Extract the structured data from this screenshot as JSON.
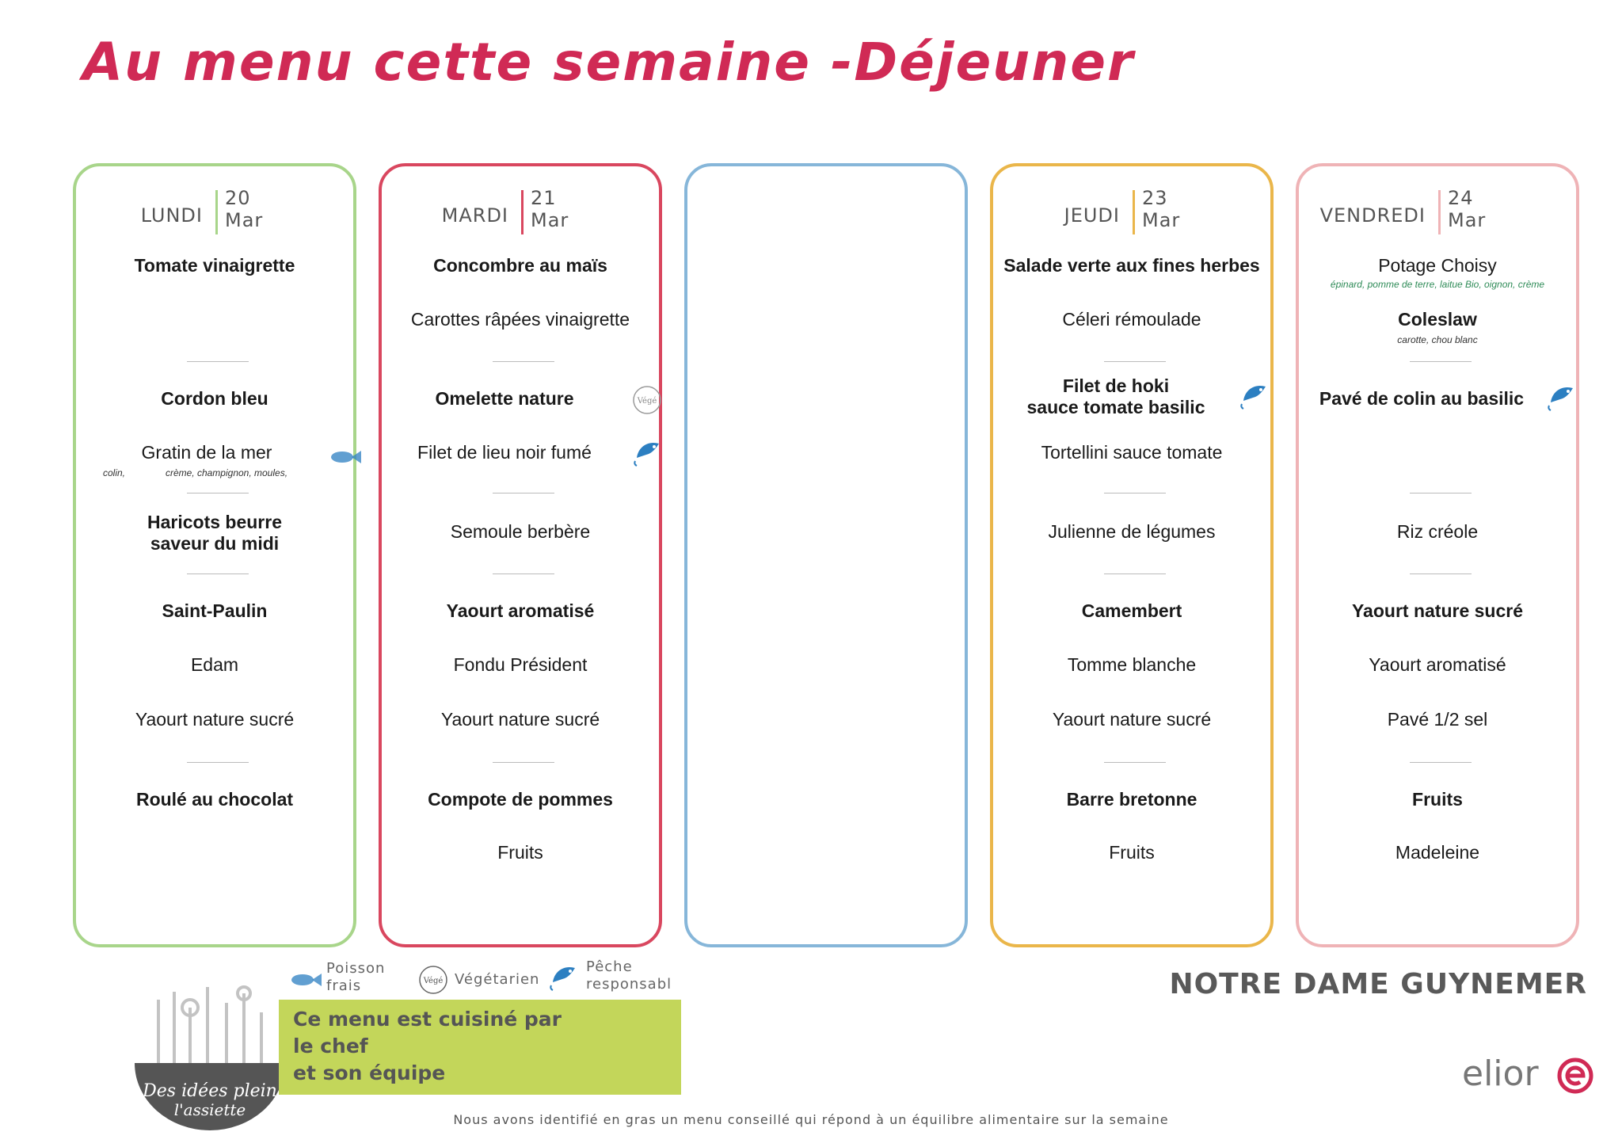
{
  "title": "Au menu cette semaine -Déjeuner",
  "colors": {
    "title": "#d02a55",
    "lundi": "#a8d58a",
    "mardi": "#d9475f",
    "empty": "#86b6d9",
    "jeudi": "#eab64a",
    "vendredi": "#efb3b6",
    "fish": "#2c7fc1"
  },
  "days": [
    {
      "name": "LUNDI",
      "num": "20",
      "month": "Mar",
      "items": [
        "Tomate vinaigrette",
        "Cordon bleu",
        "Gratin de la mer",
        "Haricots beurre",
        "saveur du midi",
        "Saint-Paulin",
        "Edam",
        "Yaourt nature sucré",
        "Roulé au chocolat"
      ],
      "notes": [
        "colin,",
        "crème, champignon, moules,"
      ]
    },
    {
      "name": "MARDI",
      "num": "21",
      "month": "Mar",
      "items": [
        "Concombre au maïs",
        "Carottes râpées vinaigrette",
        "Omelette nature",
        "Filet de lieu noir  fumé",
        "Semoule berbère",
        "Yaourt aromatisé",
        "Fondu Président",
        "Yaourt nature sucré",
        "Compote de pommes",
        "Fruits"
      ]
    },
    {
      "name": "JEUDI",
      "num": "23",
      "month": "Mar",
      "items": [
        "Salade verte aux fines herbes",
        "Céleri rémoulade",
        "Filet de hoki",
        "sauce tomate basilic",
        "Tortellini sauce tomate",
        "Julienne de légumes",
        "Camembert",
        "Tomme blanche",
        "Yaourt nature sucré",
        "Barre bretonne",
        "Fruits"
      ]
    },
    {
      "name": "VENDREDI",
      "num": "24",
      "month": "Mar",
      "items": [
        "Potage Choisy",
        "Coleslaw",
        "Pavé de colin au basilic",
        "Riz créole",
        "Yaourt nature sucré",
        "Yaourt aromatisé",
        "Pavé 1/2 sel",
        "Fruits",
        "Madeleine"
      ],
      "notes": [
        "épinard, pomme de terre, laitue Bio, oignon, crème",
        "carotte, chou blanc"
      ]
    }
  ],
  "badge_vege": "Végé",
  "legend": {
    "poisson": "Poisson",
    "frais": "frais",
    "vegetarien": "Végétarien",
    "peche": "Pêche",
    "responsable": "responsabl"
  },
  "banner": {
    "line1": "Ce menu est cuisiné par",
    "line2": "le chef",
    "line3": "et son équipe"
  },
  "logo_text": {
    "line1": "Des idées plein",
    "line2": "l'assiette"
  },
  "school": "NOTRE DAME GUYNEMER",
  "brand": "elior",
  "footer": "Nous avons identifié en gras un menu conseillé qui répond à un équilibre alimentaire sur la semaine"
}
